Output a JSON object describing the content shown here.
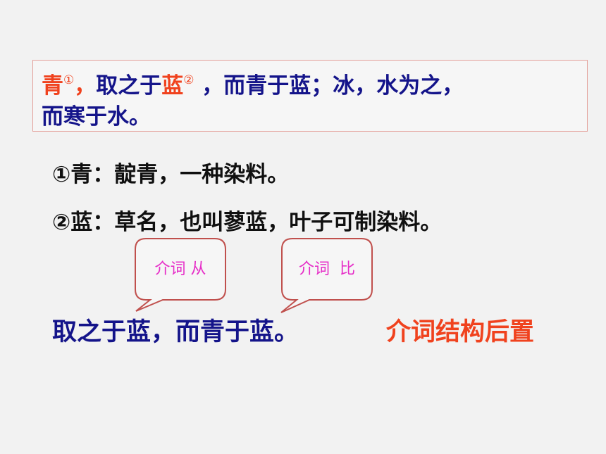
{
  "quote": {
    "qing": "青",
    "mark1": "①",
    "comma": "，",
    "take_from": "取之于",
    "lan": "蓝",
    "mark2": "②",
    "rest_line1": " ，而青于蓝；冰，水为之，",
    "line2": "而寒于水。"
  },
  "notes": [
    {
      "text": "①青：靛青，一种染料。"
    },
    {
      "text": "②蓝：草名，也叫蓼蓝，叶子可制染料。"
    }
  ],
  "callouts": [
    {
      "text": "介词 从"
    },
    {
      "text": "介词  比"
    }
  ],
  "example": {
    "sentence": "取之于蓝，而青于蓝。",
    "term": "介词结构后置"
  },
  "colors": {
    "navy_text": "#14148a",
    "accent_red": "#f0421e",
    "callout_magenta": "#e62ec8",
    "callout_border": "#c0504d",
    "box_border": "#e4a19b"
  }
}
